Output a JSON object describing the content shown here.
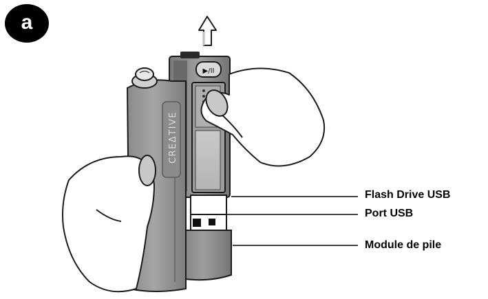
{
  "step": {
    "letter": "a"
  },
  "device": {
    "brand": "CREATIVE"
  },
  "callouts": {
    "flash_drive": "Flash Drive USB",
    "usb_port": "Port USB",
    "battery_module": "Module de pile"
  },
  "colors": {
    "body": "#9a9a9a",
    "body_dark": "#6e6e6e",
    "outline": "#1a1a1a",
    "hand_fill": "#ffffff",
    "nail": "#c8c8c8",
    "badge": "#000000"
  }
}
